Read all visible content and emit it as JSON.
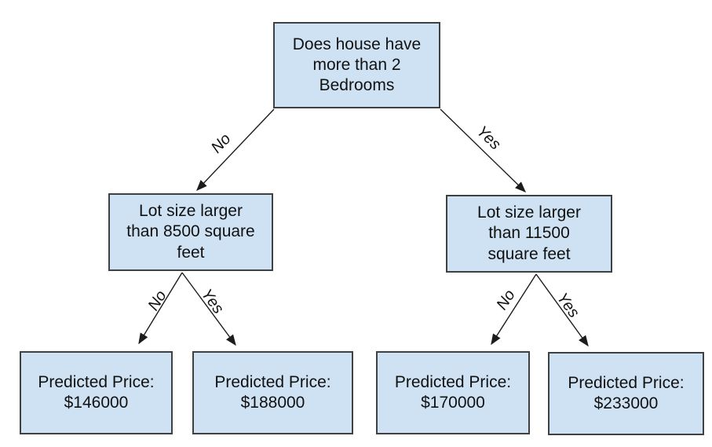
{
  "colors": {
    "background": "#ffffff",
    "node_fill": "#cfe2f3",
    "node_border": "#3f4042",
    "node_text": "#111111",
    "arrow": "#1c1c1c"
  },
  "nodes": {
    "root": "Does house have\nmore than 2\nBedrooms",
    "left_decision": "Lot size larger\nthan 8500 square\nfeet",
    "right_decision": "Lot size larger\nthan 11500\nsquare feet",
    "leaf_no_no": "Predicted Price:\n$146000",
    "leaf_no_yes": "Predicted Price:\n$188000",
    "leaf_yes_no": "Predicted Price:\n$170000",
    "leaf_yes_yes": "Predicted Price:\n$233000"
  },
  "edge_labels": {
    "root_no": "No",
    "root_yes": "Yes",
    "left_no": "No",
    "left_yes": "Yes",
    "right_no": "No",
    "right_yes": "Yes"
  }
}
